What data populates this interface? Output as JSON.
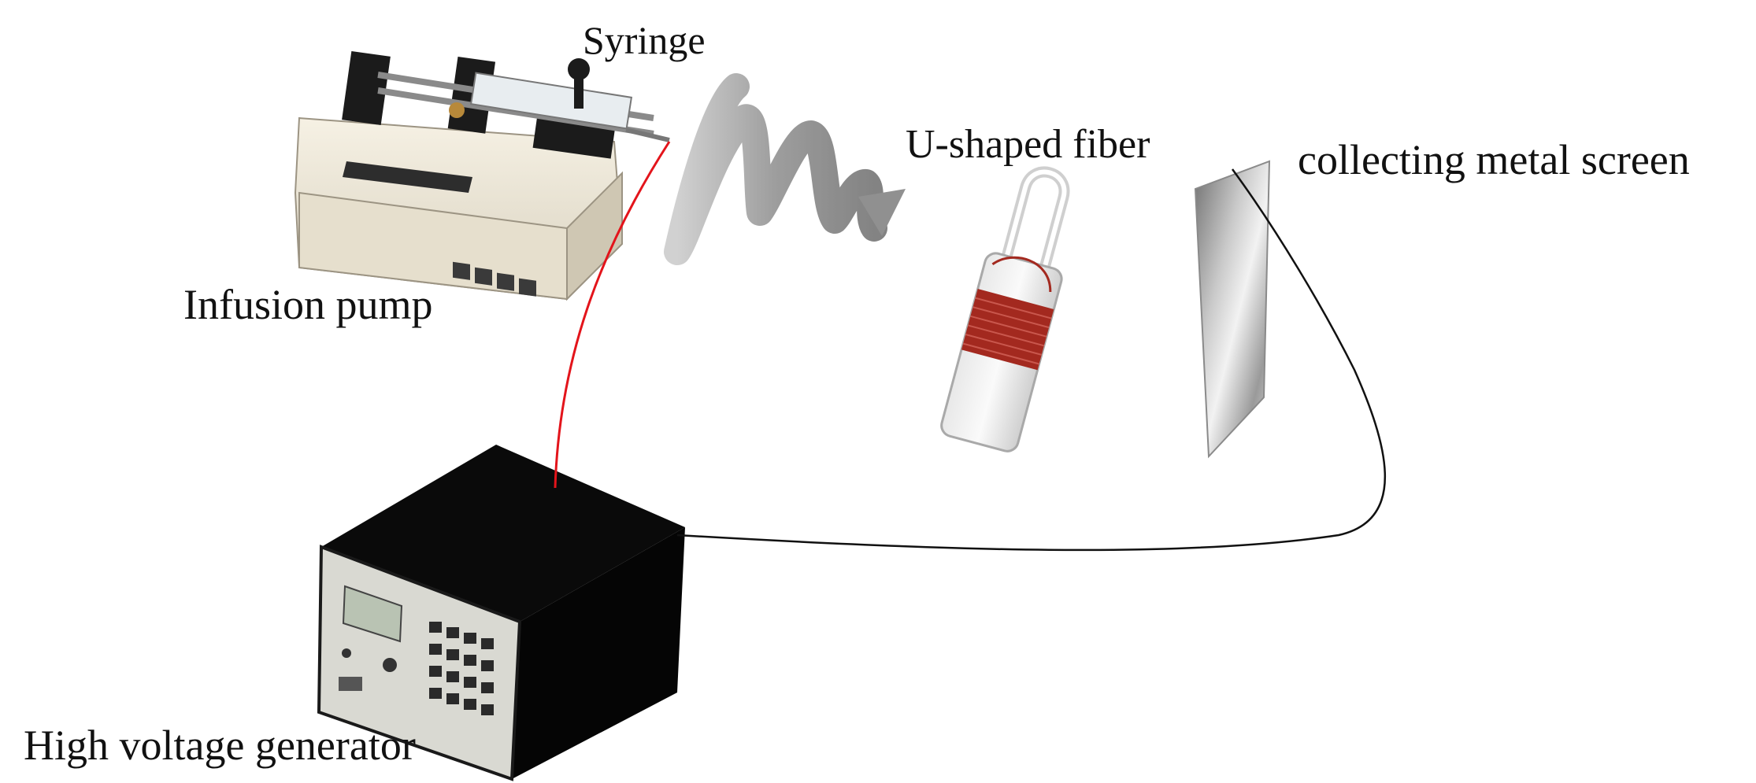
{
  "labels": {
    "syringe": "Syringe",
    "fiber": "U-shaped fiber",
    "screen": "collecting metal screen",
    "pump": "Infusion pump",
    "generator": "High voltage generator"
  },
  "colors": {
    "positive_wire": "#e3141b",
    "ground_wire": "#111111",
    "generator_body": "#050505",
    "pump_body": "#ece6d6",
    "fiber_coil": "#a3291f",
    "jet": "#9a9a9a"
  },
  "icons": {
    "pump": "infusion-pump-icon",
    "generator": "high-voltage-generator-icon",
    "fiber": "u-shaped-fiber-icon",
    "screen": "metal-screen-icon",
    "jet": "whipping-jet-icon"
  }
}
